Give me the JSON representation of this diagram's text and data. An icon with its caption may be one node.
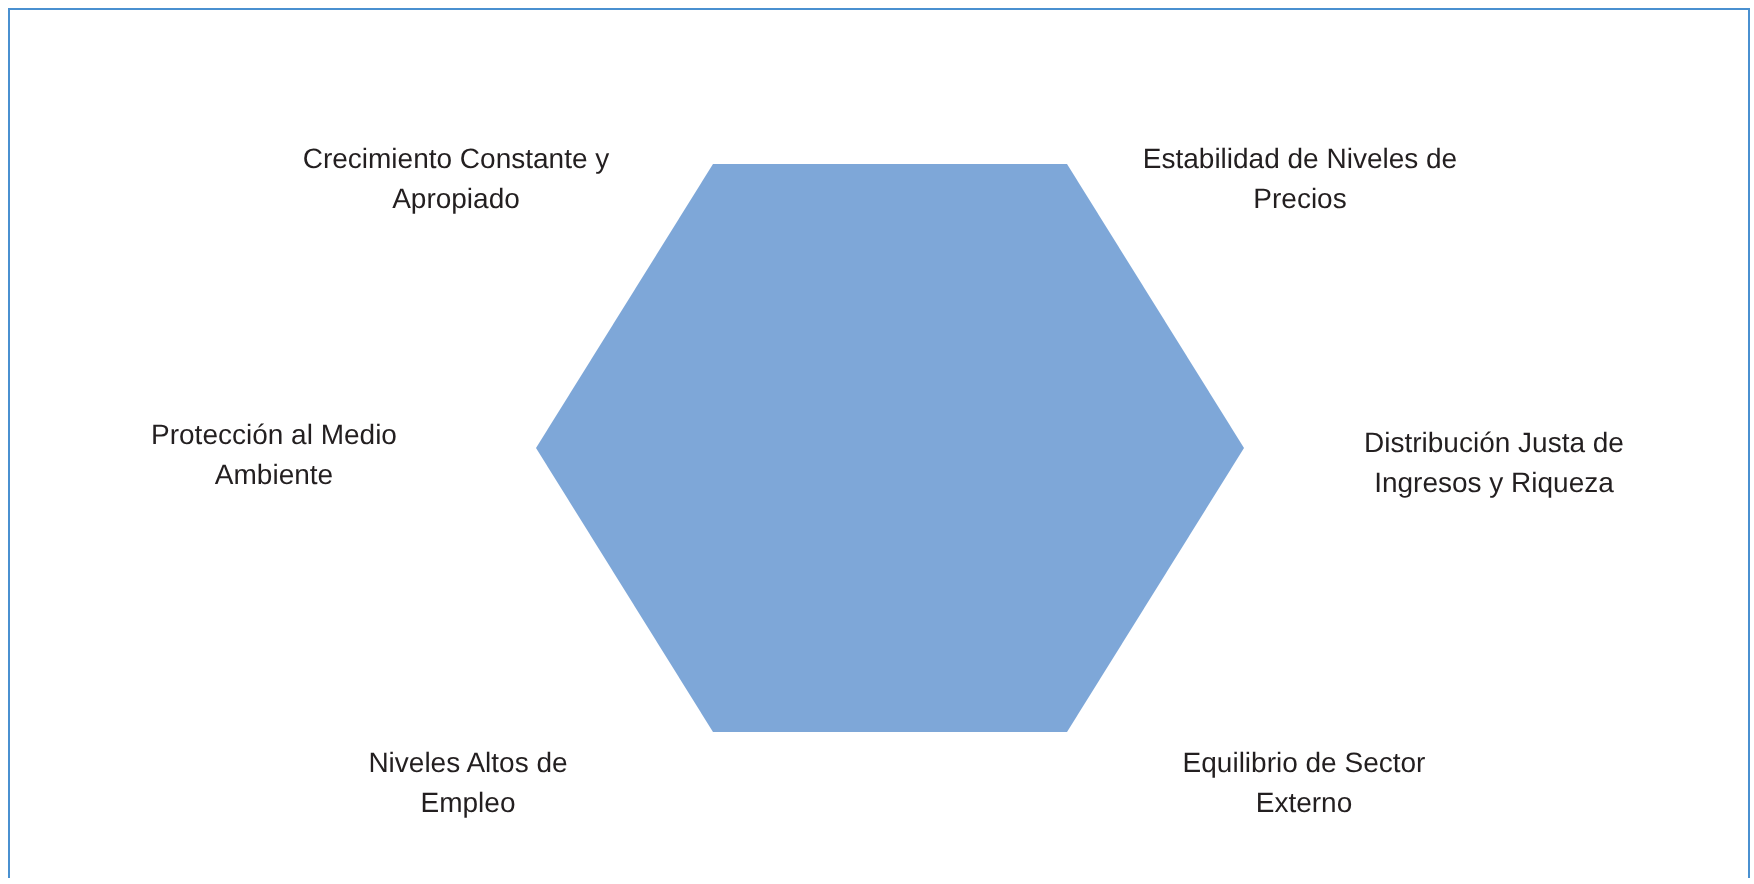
{
  "diagram": {
    "nodes": [
      {
        "text": [],
        "shape": "hexagon"
      }
    ],
    "labels": [
      "Crecimiento Constante y Apropiado",
      "Estabilidad de Niveles de Precios",
      "Protección al Medio Ambiente",
      "Distribución Justa de Ingresos y Riqueza",
      "Niveles Altos de Empleo",
      "Equilibrio de Sector Externo"
    ]
  }
}
